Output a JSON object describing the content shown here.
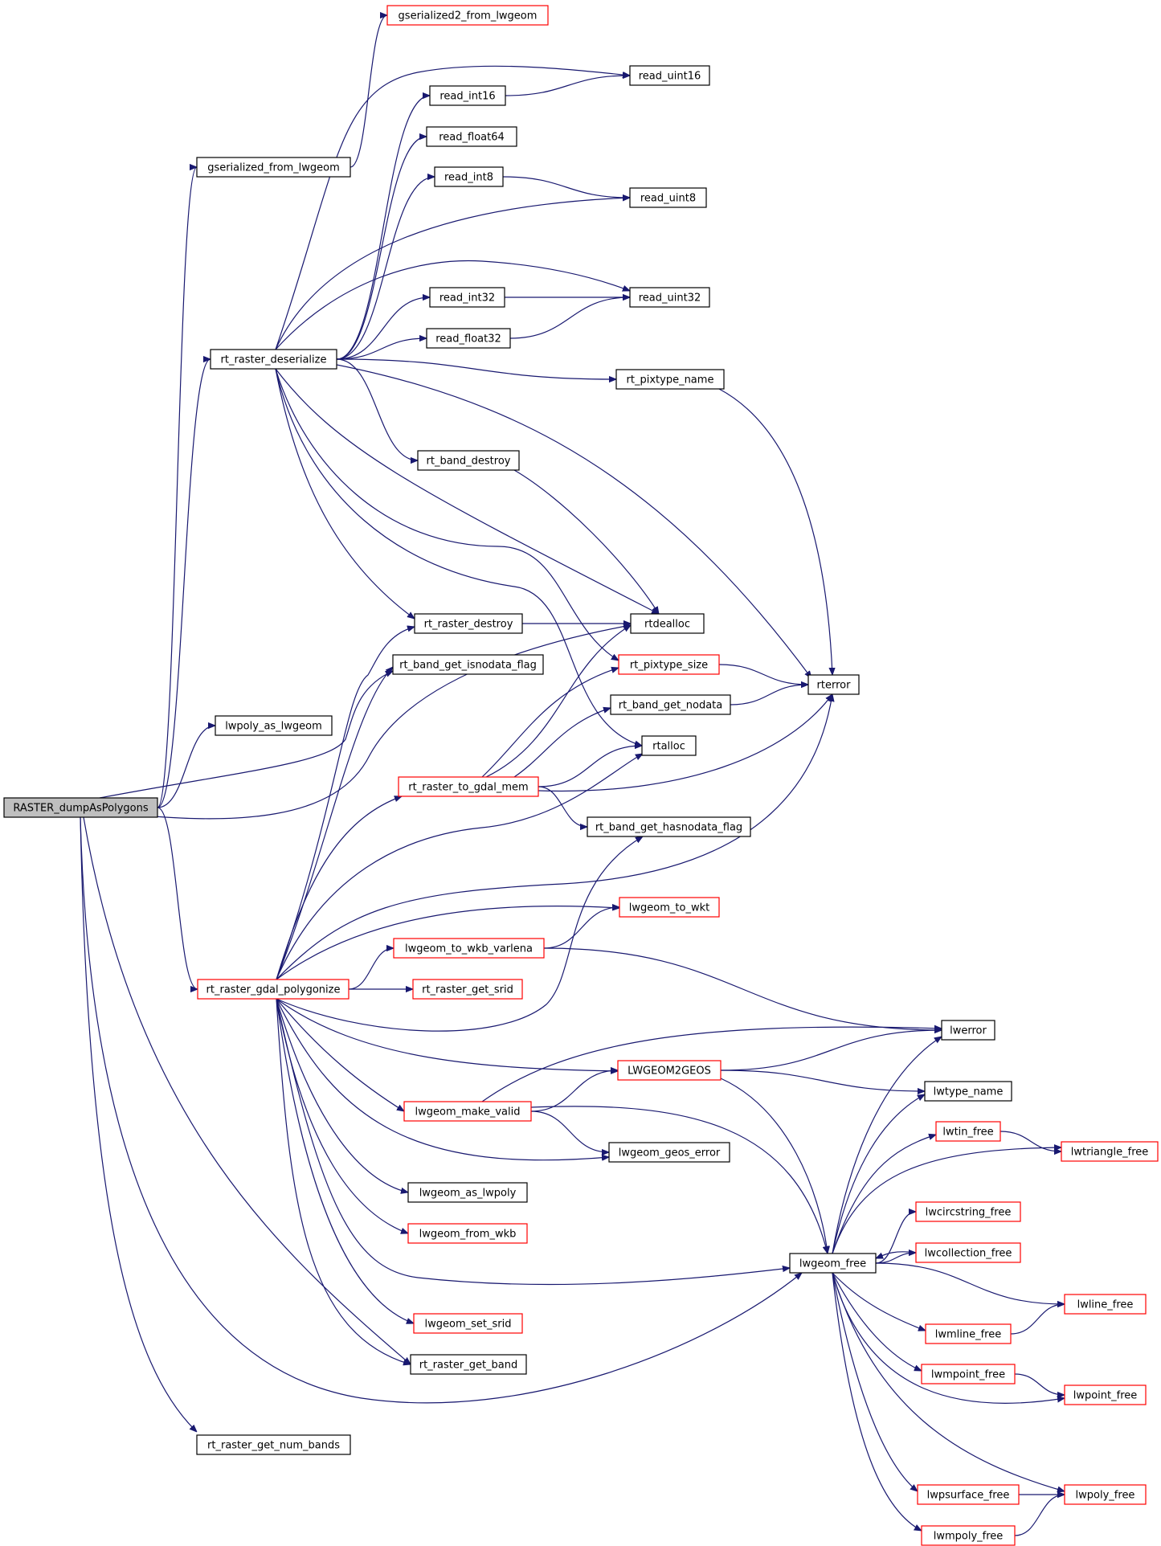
{
  "nodes": [
    {
      "id": "root",
      "label": "RASTER_dumpAsPolygons",
      "style": "root"
    },
    {
      "id": "gs2",
      "label": "gserialized2_from_lwgeom",
      "style": "red"
    },
    {
      "id": "gsfrom",
      "label": "gserialized_from_lwgeom",
      "style": "black"
    },
    {
      "id": "ri16",
      "label": "read_int16",
      "style": "black"
    },
    {
      "id": "ru16",
      "label": "read_uint16",
      "style": "black"
    },
    {
      "id": "rf64",
      "label": "read_float64",
      "style": "black"
    },
    {
      "id": "ri8",
      "label": "read_int8",
      "style": "black"
    },
    {
      "id": "ru8",
      "label": "read_uint8",
      "style": "black"
    },
    {
      "id": "ri32",
      "label": "read_int32",
      "style": "black"
    },
    {
      "id": "ru32",
      "label": "read_uint32",
      "style": "black"
    },
    {
      "id": "rf32",
      "label": "read_float32",
      "style": "black"
    },
    {
      "id": "deser",
      "label": "rt_raster_deserialize",
      "style": "black"
    },
    {
      "id": "pixname",
      "label": "rt_pixtype_name",
      "style": "black"
    },
    {
      "id": "banddestroy",
      "label": "rt_band_destroy",
      "style": "black"
    },
    {
      "id": "rastdestroy",
      "label": "rt_raster_destroy",
      "style": "black"
    },
    {
      "id": "rtdealloc",
      "label": "rtdealloc",
      "style": "black"
    },
    {
      "id": "isnodata",
      "label": "rt_band_get_isnodata_flag",
      "style": "black"
    },
    {
      "id": "pixsize",
      "label": "rt_pixtype_size",
      "style": "red"
    },
    {
      "id": "rterror",
      "label": "rterror",
      "style": "black"
    },
    {
      "id": "lwpolyas",
      "label": "lwpoly_as_lwgeom",
      "style": "black"
    },
    {
      "id": "getnodata",
      "label": "rt_band_get_nodata",
      "style": "black"
    },
    {
      "id": "rtalloc",
      "label": "rtalloc",
      "style": "black"
    },
    {
      "id": "togdal",
      "label": "rt_raster_to_gdal_mem",
      "style": "red"
    },
    {
      "id": "hasnodata",
      "label": "rt_band_get_hasnodata_flag",
      "style": "black"
    },
    {
      "id": "towkt",
      "label": "lwgeom_to_wkt",
      "style": "red"
    },
    {
      "id": "towkb",
      "label": "lwgeom_to_wkb_varlena",
      "style": "red"
    },
    {
      "id": "polygonize",
      "label": "rt_raster_gdal_polygonize",
      "style": "red"
    },
    {
      "id": "getsrid",
      "label": "rt_raster_get_srid",
      "style": "red"
    },
    {
      "id": "lwerror",
      "label": "lwerror",
      "style": "black"
    },
    {
      "id": "l2geos",
      "label": "LWGEOM2GEOS",
      "style": "red"
    },
    {
      "id": "lwtypename",
      "label": "lwtype_name",
      "style": "black"
    },
    {
      "id": "makevalid",
      "label": "lwgeom_make_valid",
      "style": "red"
    },
    {
      "id": "lwtinfree",
      "label": "lwtin_free",
      "style": "red"
    },
    {
      "id": "lwtrifree",
      "label": "lwtriangle_free",
      "style": "red"
    },
    {
      "id": "geoserror",
      "label": "lwgeom_geos_error",
      "style": "black"
    },
    {
      "id": "aslwpoly",
      "label": "lwgeom_as_lwpoly",
      "style": "black"
    },
    {
      "id": "lwcircfree",
      "label": "lwcircstring_free",
      "style": "red"
    },
    {
      "id": "fromwkb",
      "label": "lwgeom_from_wkb",
      "style": "red"
    },
    {
      "id": "lwcollfree",
      "label": "lwcollection_free",
      "style": "red"
    },
    {
      "id": "lwgeomfree",
      "label": "lwgeom_free",
      "style": "black"
    },
    {
      "id": "lwlinefree",
      "label": "lwline_free",
      "style": "red"
    },
    {
      "id": "setsrid",
      "label": "lwgeom_set_srid",
      "style": "red"
    },
    {
      "id": "lwmlinefree",
      "label": "lwmline_free",
      "style": "red"
    },
    {
      "id": "getband",
      "label": "rt_raster_get_band",
      "style": "black"
    },
    {
      "id": "lwmpointfree",
      "label": "lwmpoint_free",
      "style": "red"
    },
    {
      "id": "lwpointfree",
      "label": "lwpoint_free",
      "style": "red"
    },
    {
      "id": "numbands",
      "label": "rt_raster_get_num_bands",
      "style": "black"
    },
    {
      "id": "lwpsurffree",
      "label": "lwpsurface_free",
      "style": "red"
    },
    {
      "id": "lwpolyfree",
      "label": "lwpoly_free",
      "style": "red"
    },
    {
      "id": "lwmpolyfree",
      "label": "lwmpoly_free",
      "style": "red"
    }
  ],
  "edges": [
    [
      "root",
      "gsfrom"
    ],
    [
      "root",
      "deser"
    ],
    [
      "root",
      "lwpolyas"
    ],
    [
      "root",
      "isnodata"
    ],
    [
      "root",
      "rtdealloc"
    ],
    [
      "root",
      "polygonize"
    ],
    [
      "root",
      "getband"
    ],
    [
      "root",
      "lwgeomfree"
    ],
    [
      "root",
      "numbands"
    ],
    [
      "gsfrom",
      "gs2"
    ],
    [
      "deser",
      "ru16"
    ],
    [
      "deser",
      "ri16"
    ],
    [
      "deser",
      "rf64"
    ],
    [
      "deser",
      "ri8"
    ],
    [
      "deser",
      "ru8"
    ],
    [
      "deser",
      "ru32"
    ],
    [
      "deser",
      "ri32"
    ],
    [
      "deser",
      "rf32"
    ],
    [
      "deser",
      "pixname"
    ],
    [
      "deser",
      "rterror"
    ],
    [
      "deser",
      "banddestroy"
    ],
    [
      "deser",
      "rtdealloc"
    ],
    [
      "deser",
      "pixsize"
    ],
    [
      "deser",
      "rtalloc"
    ],
    [
      "deser",
      "rastdestroy"
    ],
    [
      "ri16",
      "ru16"
    ],
    [
      "ri8",
      "ru8"
    ],
    [
      "ri32",
      "ru32"
    ],
    [
      "rf32",
      "ru32"
    ],
    [
      "pixname",
      "rterror"
    ],
    [
      "banddestroy",
      "rtdealloc"
    ],
    [
      "rastdestroy",
      "rtdealloc"
    ],
    [
      "pixsize",
      "rterror"
    ],
    [
      "getnodata",
      "rterror"
    ],
    [
      "togdal",
      "rtdealloc"
    ],
    [
      "togdal",
      "pixsize"
    ],
    [
      "togdal",
      "getnodata"
    ],
    [
      "togdal",
      "rtalloc"
    ],
    [
      "togdal",
      "rterror"
    ],
    [
      "togdal",
      "hasnodata"
    ],
    [
      "polygonize",
      "rastdestroy"
    ],
    [
      "polygonize",
      "isnodata"
    ],
    [
      "polygonize",
      "togdal"
    ],
    [
      "polygonize",
      "rtalloc"
    ],
    [
      "polygonize",
      "rterror"
    ],
    [
      "polygonize",
      "towkt"
    ],
    [
      "polygonize",
      "towkb"
    ],
    [
      "polygonize",
      "getsrid"
    ],
    [
      "polygonize",
      "hasnodata"
    ],
    [
      "polygonize",
      "l2geos"
    ],
    [
      "polygonize",
      "makevalid"
    ],
    [
      "polygonize",
      "geoserror"
    ],
    [
      "polygonize",
      "aslwpoly"
    ],
    [
      "polygonize",
      "fromwkb"
    ],
    [
      "polygonize",
      "lwgeomfree"
    ],
    [
      "polygonize",
      "setsrid"
    ],
    [
      "polygonize",
      "getband"
    ],
    [
      "towkb",
      "towkt"
    ],
    [
      "towkb",
      "lwerror"
    ],
    [
      "l2geos",
      "lwerror"
    ],
    [
      "l2geos",
      "lwtypename"
    ],
    [
      "l2geos",
      "lwgeomfree"
    ],
    [
      "makevalid",
      "lwerror"
    ],
    [
      "makevalid",
      "l2geos"
    ],
    [
      "makevalid",
      "geoserror"
    ],
    [
      "makevalid",
      "lwgeomfree"
    ],
    [
      "lwgeomfree",
      "lwerror"
    ],
    [
      "lwgeomfree",
      "lwtypename"
    ],
    [
      "lwgeomfree",
      "lwtinfree"
    ],
    [
      "lwgeomfree",
      "lwtrifree"
    ],
    [
      "lwgeomfree",
      "lwcircfree"
    ],
    [
      "lwgeomfree",
      "lwcollfree"
    ],
    [
      "lwgeomfree",
      "lwlinefree"
    ],
    [
      "lwgeomfree",
      "lwmlinefree"
    ],
    [
      "lwgeomfree",
      "lwmpointfree"
    ],
    [
      "lwgeomfree",
      "lwpointfree"
    ],
    [
      "lwgeomfree",
      "lwpsurffree"
    ],
    [
      "lwgeomfree",
      "lwpolyfree"
    ],
    [
      "lwgeomfree",
      "lwmpolyfree"
    ],
    [
      "lwcollfree",
      "lwgeomfree"
    ],
    [
      "lwtinfree",
      "lwtrifree"
    ],
    [
      "lwmlinefree",
      "lwlinefree"
    ],
    [
      "lwmpointfree",
      "lwpointfree"
    ],
    [
      "lwpsurffree",
      "lwpolyfree"
    ],
    [
      "lwmpolyfree",
      "lwpolyfree"
    ]
  ]
}
